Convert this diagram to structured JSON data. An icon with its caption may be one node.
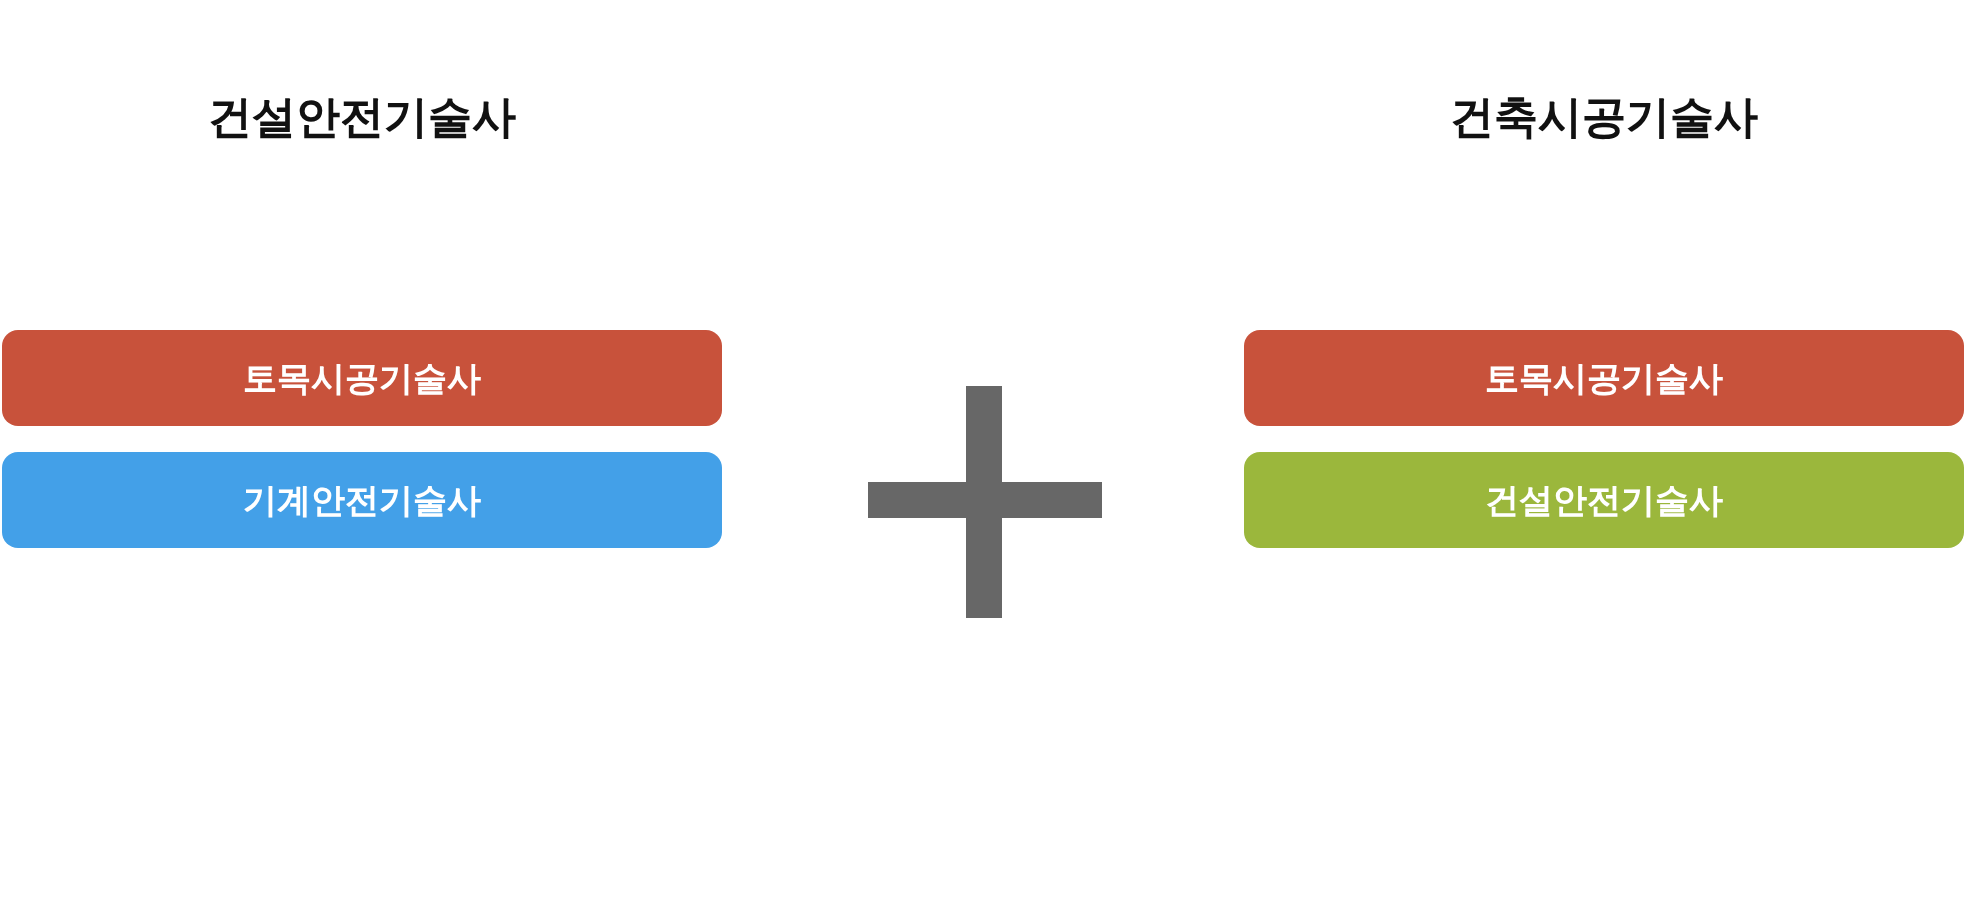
{
  "diagram": {
    "nodes": [
      {
        "text": [
          "토목시공기술사"
        ]
      },
      {
        "text": [
          "기계안전기술사"
        ]
      },
      {
        "text": [
          "토목시공기술사"
        ]
      },
      {
        "text": [
          "건설안전기술사"
        ]
      }
    ],
    "labels": [
      "건설안전기술사",
      "건축시공기술사"
    ]
  }
}
